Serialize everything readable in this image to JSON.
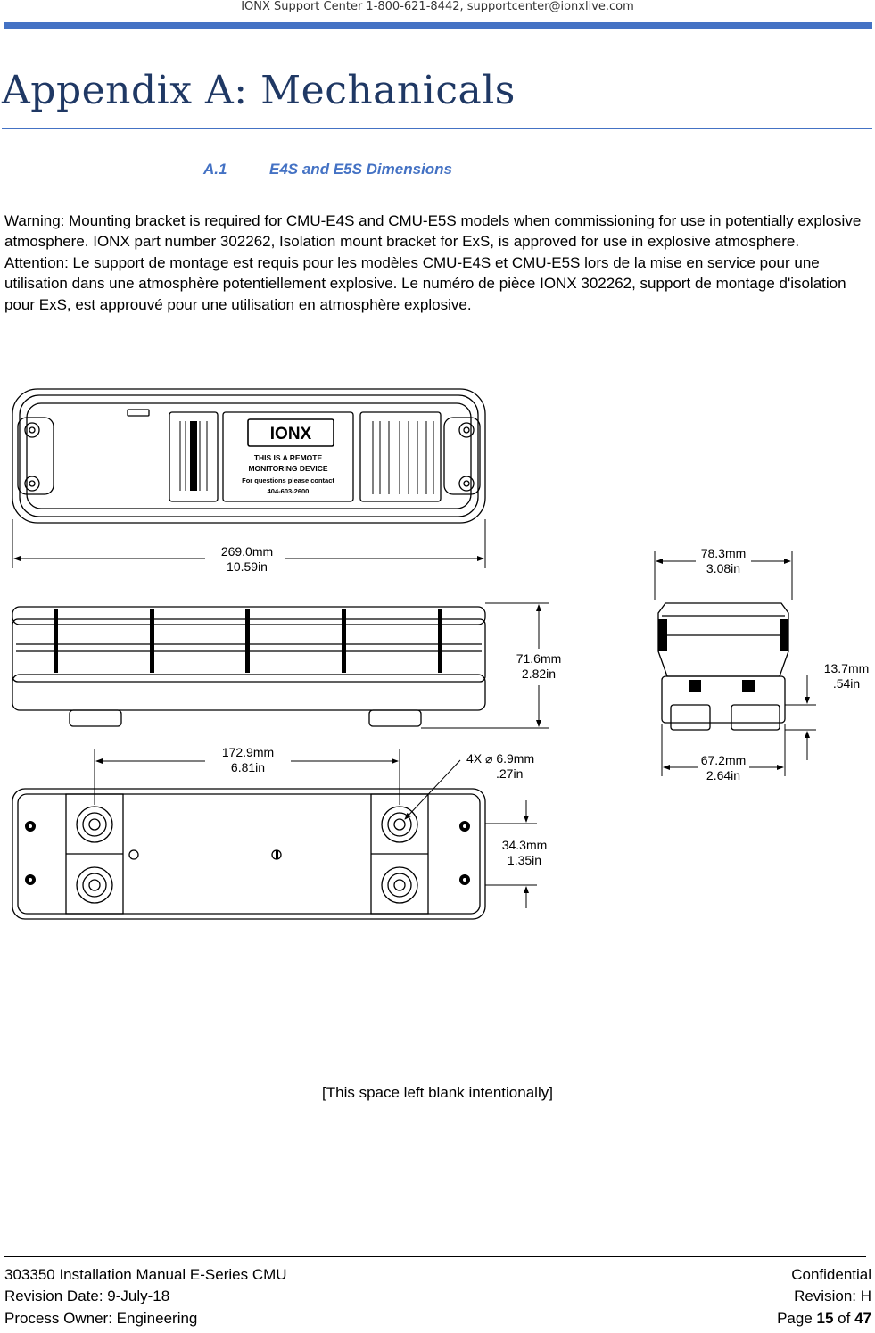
{
  "header": {
    "support_line": "IONX Support Center 1-800-621-8442, supportcenter@ionxlive.com"
  },
  "page_title": "Appendix A: Mechanicals",
  "section": {
    "number": "A.1",
    "title": "E4S and E5S Dimensions"
  },
  "warning_en": "Warning: Mounting bracket is required for CMU-E4S and CMU-E5S models when commissioning for use in potentially explosive atmosphere. IONX part number 302262, Isolation mount bracket for ExS, is approved for use in explosive atmosphere.",
  "warning_fr": "Attention: Le support de montage est requis pour les modèles CMU-E4S et CMU-E5S lors de la mise en service pour une utilisation dans une atmosphère potentiellement explosive. Le numéro de pièce IONX 302262, support de montage d'isolation pour ExS, est approuvé pour une utilisation en atmosphère explosive.",
  "drawing": {
    "label_logo": "IONX",
    "label_line1": "THIS IS A REMOTE",
    "label_line2": "MONITORING DEVICE",
    "label_line3": "For questions please contact",
    "label_line4": "404-603-2600",
    "dims": {
      "length_mm": "269.0mm",
      "length_in": "10.59in",
      "height_mm": "71.6mm",
      "height_in": "2.82in",
      "hole_spacing_mm": "172.9mm",
      "hole_spacing_in": "6.81in",
      "hole_dia_mm": "4X ⌀ 6.9mm",
      "hole_dia_in": ".27in",
      "hole_offset_mm": "34.3mm",
      "hole_offset_in": "1.35in",
      "width_mm": "78.3mm",
      "width_in": "3.08in",
      "foot_height_mm": "13.7mm",
      "foot_height_in": ".54in",
      "foot_width_mm": "67.2mm",
      "foot_width_in": "2.64in"
    }
  },
  "blank_note": "[This space left blank intentionally]",
  "footer": {
    "doc": "303350 Installation Manual E-Series CMU",
    "classification": "Confidential",
    "revision_date": "Revision Date: 9-July-18",
    "revision": "Revision: H",
    "owner": "Process Owner:  Engineering",
    "page_prefix": "Page ",
    "page_num": "15",
    "page_of": " of ",
    "page_total": "47"
  }
}
